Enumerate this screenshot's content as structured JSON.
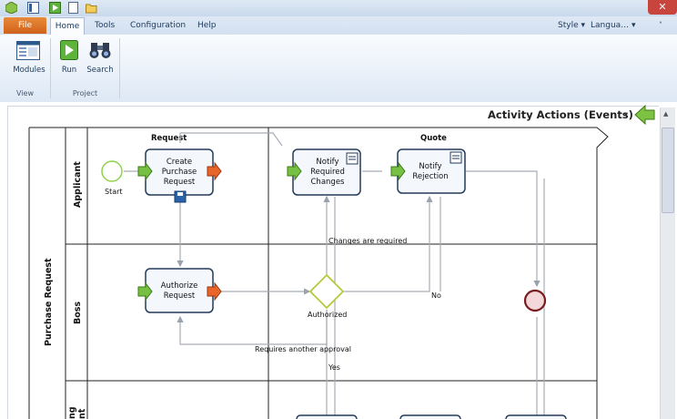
{
  "window": {
    "close_glyph": "✕"
  },
  "menu": {
    "file": "File",
    "home": "Home",
    "tools": "Tools",
    "configuration": "Configuration",
    "help": "Help",
    "style": "Style ▾",
    "language": "Langua… ▾"
  },
  "ribbon": {
    "modules": "Modules",
    "run": "Run",
    "search": "Search",
    "group_view": "View",
    "group_project": "Project"
  },
  "diagram": {
    "view_title": "Activity Actions (Events)",
    "pool_label": "Purchase Request",
    "lanes": [
      "Applicant",
      "Boss",
      "ng\nnt"
    ],
    "milestones": [
      "Request",
      "Quote"
    ],
    "start_label": "Start",
    "tasks": {
      "create": [
        "Create",
        "Purchase",
        "Request"
      ],
      "notify_changes": [
        "Notify",
        "Required",
        "Changes"
      ],
      "notify_rejection": [
        "Notify",
        "Rejection"
      ],
      "authorize": [
        "Authorize",
        "Request"
      ]
    },
    "gateway_label": "Authorized",
    "flow_labels": {
      "changes": "Changes are required",
      "no": "No",
      "another": "Requires another approval",
      "yes": "Yes"
    }
  },
  "colors": {
    "accent": "#2d5a8a",
    "file_tab": "#d0621b",
    "start_event": "#8fd24a",
    "end_event": "#7a1b1b",
    "gateway": "#b7c93a"
  }
}
